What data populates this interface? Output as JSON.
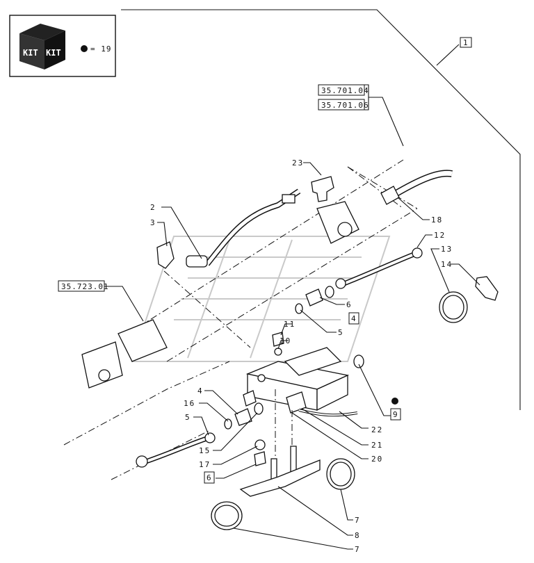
{
  "kit_legend": {
    "icon_text_left": "KIT",
    "icon_text_right": "KIT",
    "bullet_label": "= 19"
  },
  "ref_boxes": {
    "r1": "35.701.04",
    "r2": "35.701.06",
    "r3": "35.723.01"
  },
  "boxed_numbers": {
    "b1": "1",
    "b4": "4",
    "b9": "9",
    "b6": "6"
  },
  "callouts": {
    "c2": "2",
    "c3": "3",
    "c23": "23",
    "c18": "18",
    "c12": "12",
    "c13": "13",
    "c14": "14",
    "c6": "6",
    "c5a": "5",
    "c11": "11",
    "c10": "10",
    "c4": "4",
    "c16": "16",
    "c5": "5",
    "c15": "15",
    "c17": "17",
    "c22": "22",
    "c21": "21",
    "c20": "20",
    "c7a": "7",
    "c8": "8",
    "c7b": "7"
  }
}
